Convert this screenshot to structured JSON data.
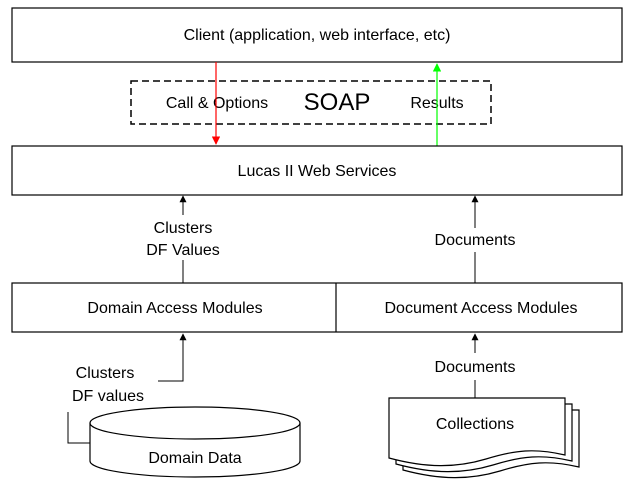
{
  "client": {
    "label": "Client (application, web interface, etc)"
  },
  "soap": {
    "title": "SOAP",
    "call_label": "Call & Options",
    "results_label": "Results"
  },
  "web_services": {
    "label": "Lucas II Web Services"
  },
  "left_flow": {
    "line1": "Clusters",
    "line2": "DF Values"
  },
  "right_flow": {
    "label": "Documents"
  },
  "domain_access": {
    "label": "Domain Access Modules"
  },
  "document_access": {
    "label": "Document Access Modules"
  },
  "domain_flow": {
    "line1": "Clusters",
    "line2": "DF values"
  },
  "document_flow": {
    "label": "Documents"
  },
  "domain_data": {
    "label": "Domain Data"
  },
  "collections": {
    "label": "Collections"
  },
  "colors": {
    "call_arrow": "#ff0000",
    "results_arrow": "#00ff00",
    "stroke": "#000000"
  }
}
